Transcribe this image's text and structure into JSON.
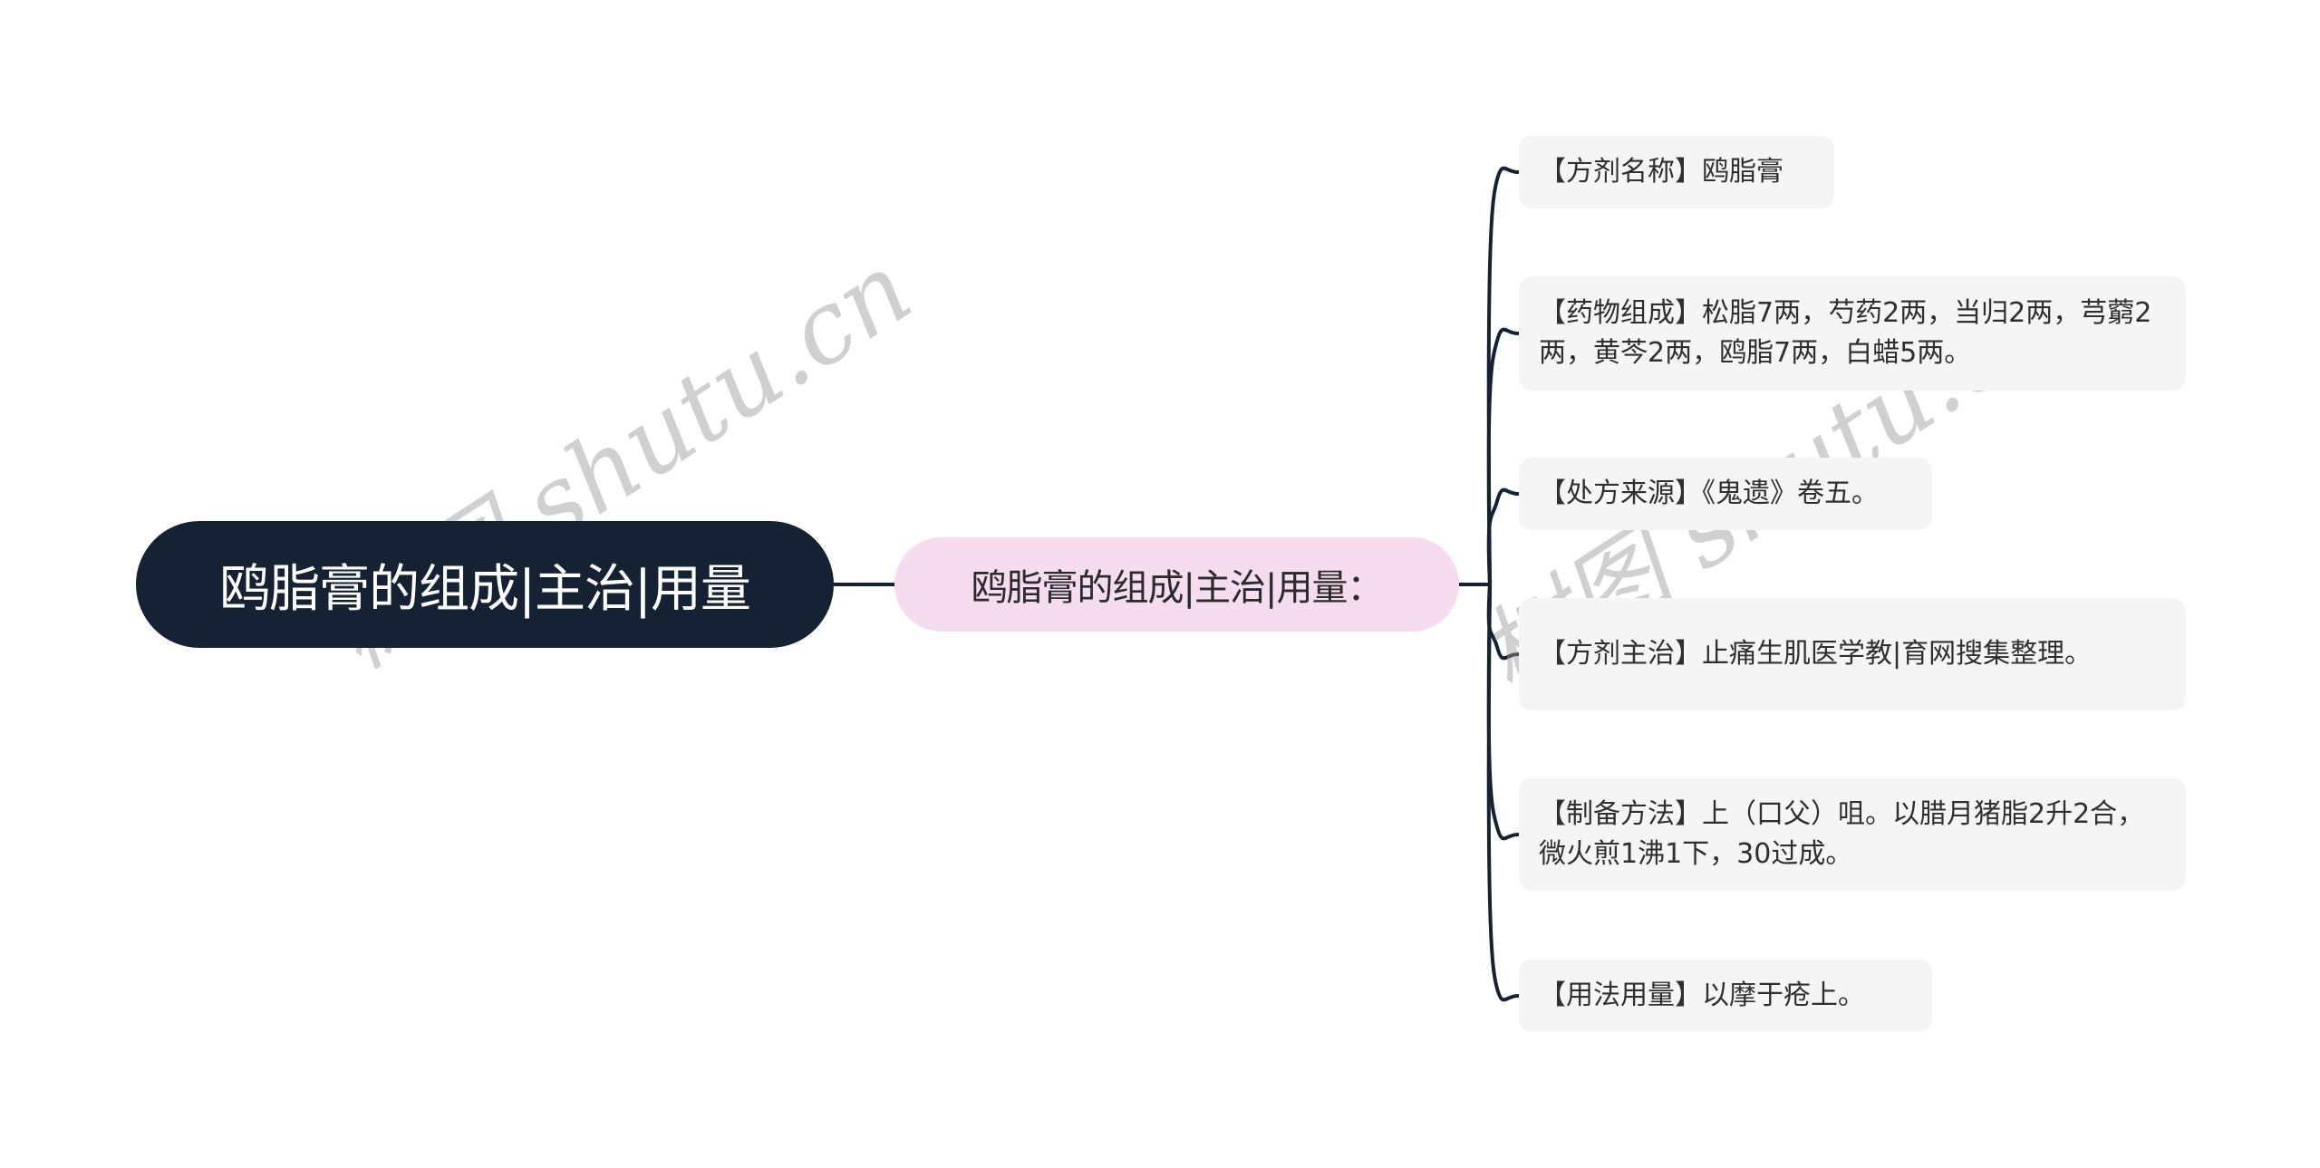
{
  "mindmap": {
    "root": {
      "label": "鸥脂膏的组成|主治|用量"
    },
    "branch": {
      "label": "鸥脂膏的组成|主治|用量："
    },
    "leaves": [
      {
        "label": "【方剂名称】鸥脂膏"
      },
      {
        "label": "【药物组成】松脂7两，芍药2两，当归2两，芎藭2两，黄芩2两，鸥脂7两，白蜡5两。"
      },
      {
        "label": "【处方来源】《鬼遗》卷五。"
      },
      {
        "label": "【方剂主治】止痛生肌医学教|育网搜集整理。"
      },
      {
        "label": "【制备方法】上（口父）咀。以腊月猪脂2升2合，微火煎1沸1下，30过成。"
      },
      {
        "label": "【用法用量】以摩于疮上。"
      }
    ]
  },
  "watermark": {
    "text": "树图 shutu.cn"
  },
  "colors": {
    "root_bg": "#152233",
    "root_text": "#ffffff",
    "branch_bg": "#f5dcef",
    "leaf_bg": "#f5f5f5",
    "connector": "#152233",
    "text": "#2f2f2f"
  }
}
